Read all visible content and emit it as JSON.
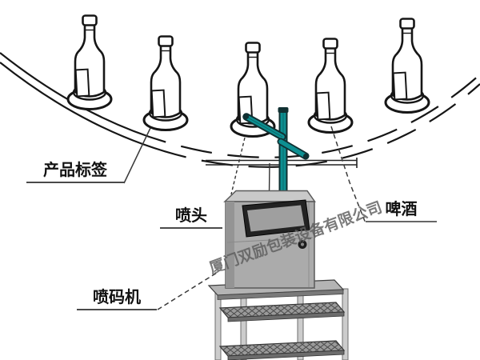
{
  "diagram": {
    "kind": "labeling-machine-illustration",
    "labels": {
      "product_label": "产品标签",
      "nozzle": "喷头",
      "beer": "啤酒",
      "printer": "喷码机"
    },
    "watermark": "厦门双励包装设备有限公司",
    "scene": {
      "bottle_count": 5,
      "parts": [
        "curved-bottle-conveyor",
        "bottle-pucks",
        "spray-head-on-pole",
        "inkjet-coding-machine",
        "shelf-cart"
      ]
    },
    "colors": {
      "nozzle_teal": "#0d8f91",
      "machine_gray": "#ababab",
      "machine_top": "#c9c9c9",
      "screen_frame": "#222222",
      "screen_face": "#9f9f9f",
      "outline_black": "#161616",
      "leader_gray": "#3a3a3a",
      "underline_gray": "#4a4a4a",
      "watermark_gray": "#5e5e5e",
      "cart_gray": "#9a9a9a",
      "leg_gray": "#cccccc",
      "background": "#ffffff"
    }
  }
}
